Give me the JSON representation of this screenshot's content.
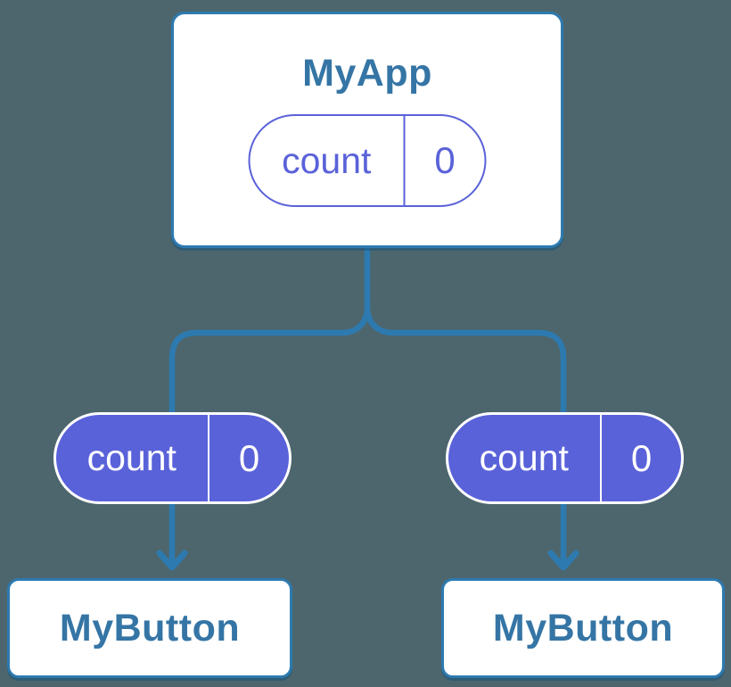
{
  "colors": {
    "background": "#4d666d",
    "line_blue": "#2d7ab0",
    "label_blue": "#3575a5",
    "pill_purple": "#5a62d9",
    "node_bg": "#ffffff"
  },
  "diagram": {
    "type": "component-tree",
    "root": {
      "title": "MyApp",
      "state": {
        "key": "count",
        "value": "0"
      }
    },
    "children": [
      {
        "title": "MyButton",
        "prop": {
          "key": "count",
          "value": "0"
        }
      },
      {
        "title": "MyButton",
        "prop": {
          "key": "count",
          "value": "0"
        }
      }
    ]
  }
}
